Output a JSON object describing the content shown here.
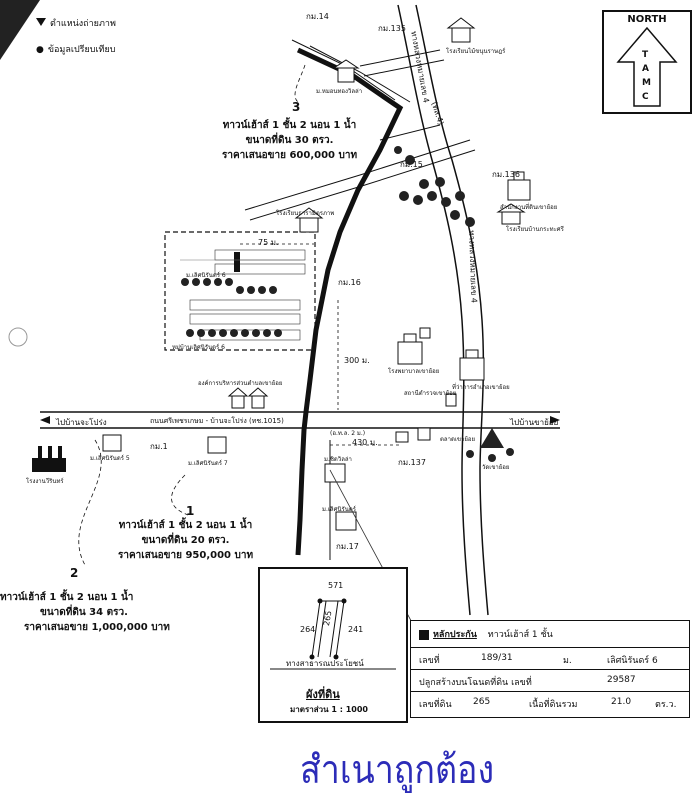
{
  "legend": {
    "photo_position": "ตำแหน่งถ่ายภาพ",
    "comparison_data": "ข้อมูลเปรียบเทียบ"
  },
  "north": {
    "title": "NORTH",
    "letters": [
      "T",
      "A",
      "M",
      "C"
    ]
  },
  "roads": {
    "main_road": "ถนนศรีเพชรเกษม - บ้านจะโปร่ง (ทช.1015)",
    "to_japrong": "ไปบ้านจะโปร่ง",
    "to_lamchakai": "ไปบ้านขาย้อย",
    "hwy_upper": "ทางหลวงหมายเลข 4",
    "hwy_lower": "ทางหลวงหมายเลข 4",
    "road_km": "(ทล.4)",
    "pit_road": "(อ.ท.ล. 2 ม.)"
  },
  "markers": {
    "km135": "กม.135",
    "km136": "กม.136",
    "km137": "กม.137",
    "km14": "กม.14",
    "km15": "กม.15",
    "km16": "กม.16",
    "km17": "กม.17",
    "km1": "กม.1"
  },
  "distances": {
    "d75": "75 ม.",
    "d300": "300 ม.",
    "d430": "430 ม."
  },
  "places": {
    "school_top": "โรงเรียนไม้ขนุนราษฎร์",
    "school_mid": "โรงเรียนธารามิตรภาพ",
    "school_right": "โรงเรียนบ้านกระทะศรี",
    "district_office": "สำนักงานที่ดินเขาย้อย",
    "hospital": "โรงพยาบาลเขาย้อย",
    "district": "ที่ว่าการอำเภอเขาย้อย",
    "police": "สถานีตำรวจเขาย้อย",
    "market": "ตลาดเขาย้อย",
    "factory": "โรงงานวีรินทร์",
    "agency": "องค์การบริหารส่วนตำบลเขาย้อย",
    "village_top": "ม.หมอนทองวิลล่า",
    "village1": "ม.เลิศนิรันดร์ 6",
    "village2": "ม.เลิศนิรันดร์ 7",
    "village3": "ม.เลิศนิรันดร์ 5",
    "village4": "ม.ชิดวิลล่า",
    "village5": "ม.เลิศนิรันดร์",
    "estate_label": "หมู่บ้านเลิศนิรันดร์ 6",
    "temple": "วัดเขาย้อย"
  },
  "listings": [
    {
      "no": "1",
      "type": "ทาวน์เฮ้าส์ 1 ชั้น 2 นอน 1 น้ำ",
      "area": "ขนาดที่ดิน 20 ตรว.",
      "price": "ราคาเสนอขาย 950,000 บาท"
    },
    {
      "no": "2",
      "type": "ทาวน์เฮ้าส์ 1 ชั้น 2 นอน 1 น้ำ",
      "area": "ขนาดที่ดิน 34 ตรว.",
      "price": "ราคาเสนอขาย 1,000,000 บาท"
    },
    {
      "no": "3",
      "type": "ทาวน์เฮ้าส์ 1 ชั้น 2 นอน 1 น้ำ",
      "area": "ขนาดที่ดิน 30 ตรว.",
      "price": "ราคาเสนอขาย 600,000 บาท"
    }
  ],
  "plot": {
    "top_no": "571",
    "left_no": "264",
    "mid_no": "265",
    "right_no": "241",
    "road": "ทางสาธารณประโยชน์",
    "title": "ผังที่ดิน",
    "scale": "มาตราส่วน 1 : 1000"
  },
  "collateral": {
    "heading": "หลักประกัน",
    "type": "ทาวน์เฮ้าส์ 1 ชั้น",
    "house_no_label": "เลขที่",
    "house_no": "189/31",
    "village_label": "ม.",
    "village": "เลิศนิรันดร์ 6",
    "deed_label": "ปลูกสร้างบนโฉนดที่ดิน เลขที่",
    "deed_no": "29587",
    "land_no_label": "เลขที่ดิน",
    "land_no": "265",
    "area_label": "เนื้อที่ดินรวม",
    "area_value": "21.0",
    "area_unit": "ตร.ว."
  },
  "stamp": "สำเนาถูกต้อง"
}
